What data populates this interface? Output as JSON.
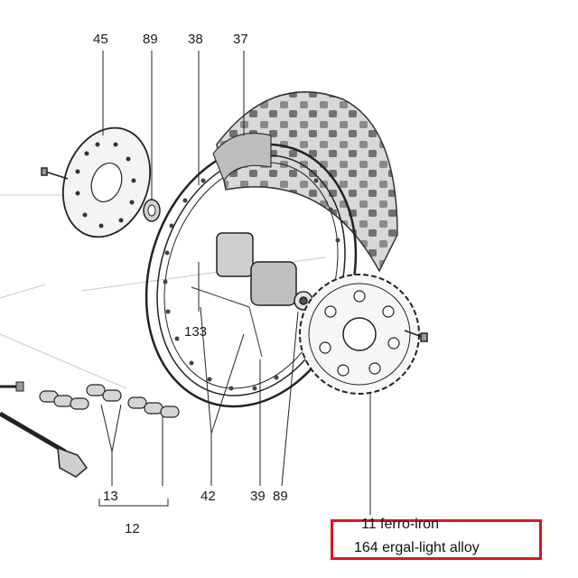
{
  "callouts": {
    "c45": "45",
    "c89_top": "89",
    "c38": "38",
    "c37": "37",
    "c133": "133",
    "c13": "13",
    "c12": "12",
    "c42": "42",
    "c39": "39",
    "c89_bottom": "89"
  },
  "legend": {
    "line1": "11 ferro-iron",
    "line2": "164 ergal-light alloy"
  },
  "colors": {
    "highlight": "#e0141b",
    "ink": "#1a1a1a"
  }
}
